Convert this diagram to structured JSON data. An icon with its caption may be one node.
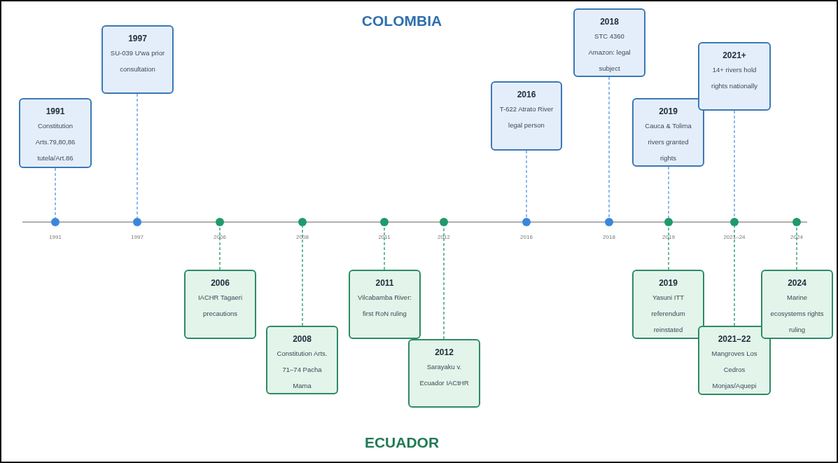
{
  "diagram": {
    "nodes": [
      {
        "text": [
          "1991",
          "Constitution Arts.79,80,86 tutela/Art.86"
        ]
      },
      {
        "text": [
          "1997",
          "SU-039 U'wa prior consultation"
        ]
      },
      {
        "text": [
          "2016",
          "T-622 Atrato River legal person"
        ]
      },
      {
        "text": [
          "2018",
          "STC 4360 Amazon: legal subject"
        ]
      },
      {
        "text": [
          "2019",
          "Cauca & Tolima rivers granted rights"
        ]
      },
      {
        "text": [
          "2021+",
          "14+ rivers hold rights nationally"
        ]
      },
      {
        "text": [],
        "shape": "circle",
        "beside": [
          "1991"
        ]
      },
      {
        "text": [],
        "shape": "circle",
        "beside": [
          "1997"
        ]
      },
      {
        "text": [],
        "shape": "circle",
        "beside": [
          "2006"
        ]
      },
      {
        "text": [],
        "shape": "circle",
        "beside": [
          "2008"
        ]
      },
      {
        "text": [],
        "shape": "circle",
        "beside": [
          "2011"
        ]
      },
      {
        "text": [],
        "shape": "circle",
        "beside": [
          "2012"
        ]
      },
      {
        "text": [],
        "shape": "circle",
        "beside": [
          "2016"
        ]
      },
      {
        "text": [],
        "shape": "circle",
        "beside": [
          "2018"
        ]
      },
      {
        "text": [],
        "shape": "circle",
        "beside": [
          "2019"
        ]
      },
      {
        "text": [],
        "shape": "circle",
        "beside": [
          "2021–24"
        ]
      },
      {
        "text": [],
        "shape": "circle",
        "beside": [
          "2024"
        ]
      },
      {
        "text": [
          "2006",
          "IACHR Tagaeri precautions"
        ]
      },
      {
        "text": [
          "2008",
          "Constitution Arts. 71–74 Pacha Mama"
        ]
      },
      {
        "text": [
          "2011",
          "Vilcabamba River: first RoN ruling"
        ]
      },
      {
        "text": [
          "2012",
          "Sarayaku v. Ecuador IACtHR"
        ]
      },
      {
        "text": [
          "2019",
          "Yasuni ITT referendum reinstated"
        ]
      },
      {
        "text": [
          "2021–22",
          "Mangroves Los Cedros Monjas/Aquepi"
        ]
      },
      {
        "text": [
          "2024",
          "Marine ecosystems rights ruling"
        ]
      }
    ],
    "edges": [
      {
        "from": 0,
        "to": 6,
        "arrow": "none",
        "style": "dashed",
        "color": "#6aa5e8"
      },
      {
        "from": 1,
        "to": 7,
        "arrow": "none",
        "style": "dashed",
        "color": "#6aa5e8"
      },
      {
        "from": 2,
        "to": 12,
        "arrow": "none",
        "style": "dashed",
        "color": "#6aa5e8"
      },
      {
        "from": 3,
        "to": 13,
        "arrow": "none",
        "style": "dashed",
        "color": "#6aa5e8"
      },
      {
        "from": 4,
        "to": 14,
        "arrow": "none",
        "style": "dashed",
        "color": "#6aa5e8"
      },
      {
        "from": 5,
        "to": 15,
        "arrow": "none",
        "style": "dashed",
        "color": "#6aa5e8"
      },
      {
        "from": 17,
        "to": 8,
        "arrow": "none",
        "style": "dashed"
      },
      {
        "from": 18,
        "to": 9,
        "arrow": "none",
        "style": "dashed"
      },
      {
        "from": 19,
        "to": 10,
        "arrow": "none",
        "style": "dashed"
      },
      {
        "from": 20,
        "to": 11,
        "arrow": "none",
        "style": "dashed"
      },
      {
        "from": 21,
        "to": 14,
        "arrow": "none",
        "style": "dashed"
      },
      {
        "from": 22,
        "to": 15,
        "arrow": "none",
        "style": "dashed"
      },
      {
        "from": 23,
        "to": 16,
        "arrow": "none",
        "style": "dashed"
      }
    ],
    "labels": [
      "COLOMBIA",
      "ECUADOR"
    ]
  }
}
